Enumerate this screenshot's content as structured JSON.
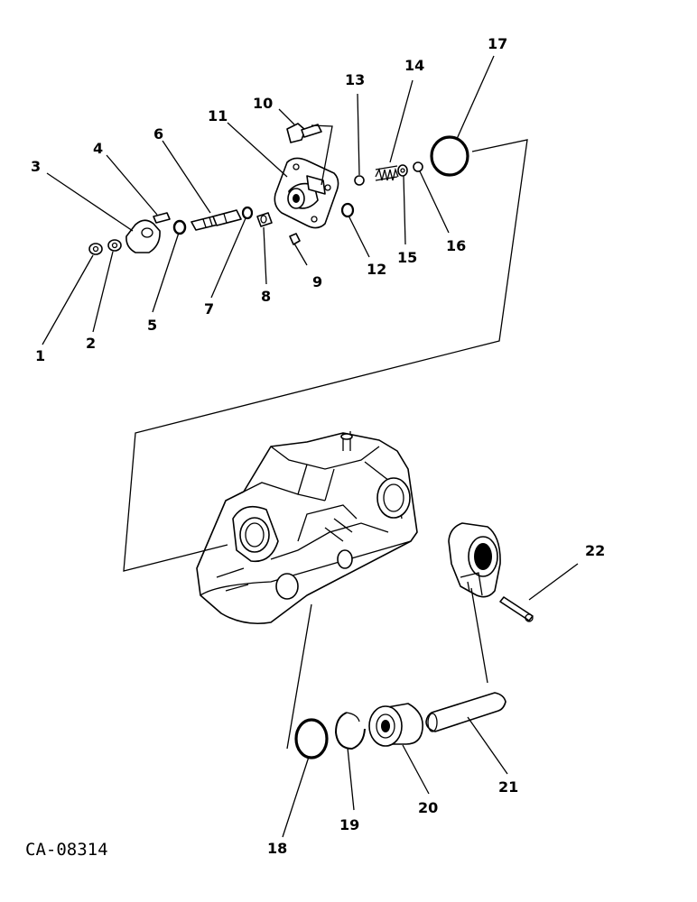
{
  "drawing_code": "CA-08314",
  "callouts": {
    "c1": "1",
    "c2": "2",
    "c3": "3",
    "c4": "4",
    "c5": "5",
    "c6": "6",
    "c7": "7",
    "c8": "8",
    "c9": "9",
    "c10": "10",
    "c11": "11",
    "c12": "12",
    "c13": "13",
    "c14": "14",
    "c15": "15",
    "c16": "16",
    "c17": "17",
    "c18": "18",
    "c19": "19",
    "c20": "20",
    "c21": "21",
    "c22": "22"
  }
}
